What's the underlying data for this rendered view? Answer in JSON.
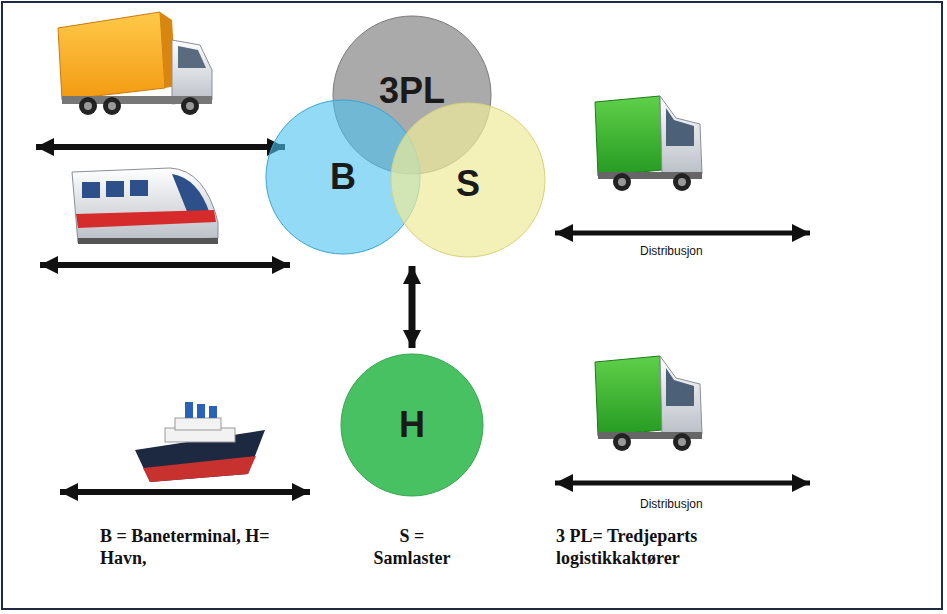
{
  "diagram": {
    "nodes": [
      {
        "text": [
          "3PL"
        ]
      },
      {
        "text": [
          "B"
        ]
      },
      {
        "text": [
          "S"
        ]
      },
      {
        "text": [
          "H"
        ]
      }
    ],
    "edges": [
      {
        "from": 0,
        "to": 3,
        "arrow": "both"
      }
    ],
    "labels": [
      "Distribusjon",
      "Distribusjon",
      "B = Baneterminal, H= Havn,",
      "S = Samlaster",
      "3 PL= Tredjeparts logistikkaktører"
    ]
  }
}
